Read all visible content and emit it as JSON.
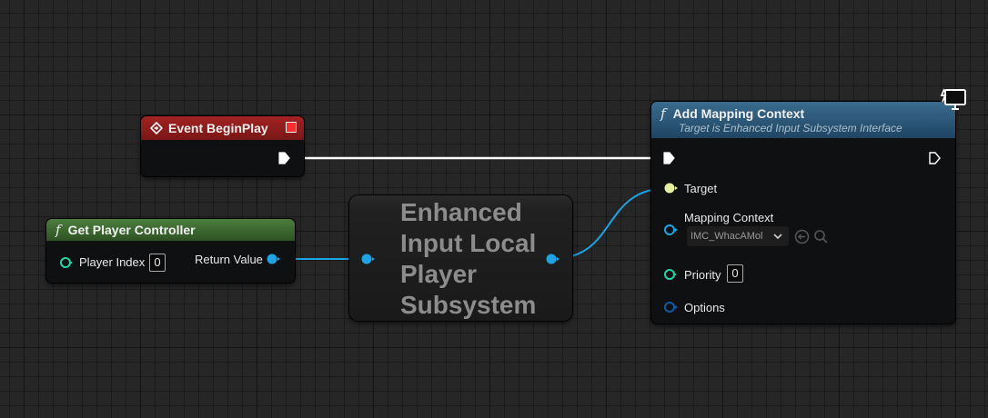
{
  "event_node": {
    "title": "Event BeginPlay"
  },
  "get_controller_node": {
    "title": "Get Player Controller",
    "player_index_label": "Player Index",
    "player_index_value": "0",
    "return_value_label": "Return Value"
  },
  "subsystem_node": {
    "title_lines": [
      "Enhanced",
      "Input Local",
      "Player",
      "Subsystem"
    ]
  },
  "add_mapping_node": {
    "title": "Add Mapping Context",
    "subtitle": "Target is Enhanced Input Subsystem Interface",
    "target_label": "Target",
    "mapping_context_label": "Mapping Context",
    "mapping_context_value": "IMC_WhacAMol",
    "priority_label": "Priority",
    "priority_value": "0",
    "options_label": "Options"
  },
  "colors": {
    "event_header": "#8f1b1b",
    "pure_function_header": "#3c6b30",
    "function_header": "#2f5a78",
    "object_pin": "#1aa6e6",
    "struct_pin": "#0c5aa8",
    "int_pin": "#20d6a6",
    "target_pin": "#e6f0a0",
    "exec_wire": "#ffffff"
  },
  "icons": {
    "event": "event-diamond-icon",
    "function": "function-f-icon",
    "remote": "monitor-icon"
  }
}
